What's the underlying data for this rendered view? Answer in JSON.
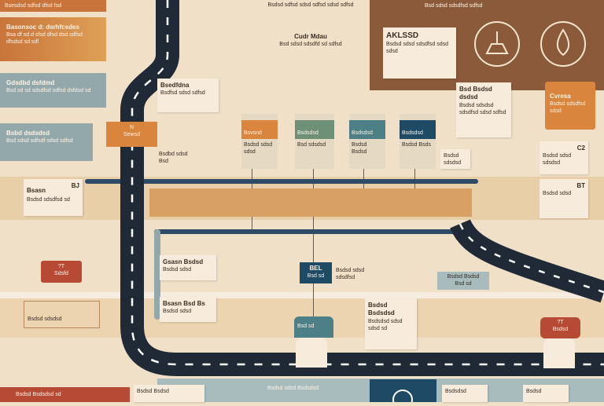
{
  "colors": {
    "bg": "#f0e0c8",
    "road": "#1f2a36",
    "orange": "#d9853e",
    "bluegray": "#93a8ab",
    "brown": "#8a5a3a",
    "navy": "#1e4a66",
    "teal": "#4d7f86",
    "red": "#b64a34",
    "green": "#6e9077"
  },
  "left": {
    "box1": "Bsesdsd sdfsd dfsd fsd",
    "box2": {
      "title": "Basonsoc d: dsrhfcsdes",
      "body": "Bsa df sd d sfsd dfsd dsd sdfsd dfsdsd sd sdf"
    },
    "box3": {
      "title": "Gdsdbd dsfdmd",
      "body": "Bsd sd sd sdsdfsd sdfsd dsfdsd sd"
    },
    "box4": {
      "title": "Bsbd dsdsdsd",
      "body": "Bsd sdsd sdfsdf sdsd sdfsd"
    },
    "card": {
      "title": "Bsasn",
      "badge": "BJ",
      "body": "Bsdsd sdsdfsd sd"
    },
    "red_tag": {
      "title": "?T",
      "body": "Sdsfd"
    },
    "sign": "Bsdsd sdsdsd"
  },
  "road_labels": {
    "orange_sign": {
      "title": "N",
      "body": "Sewsd"
    },
    "card": {
      "title": "Bsedfdna",
      "body": "Bsdfsd sdsd sdfsd"
    },
    "small": "Bsdbd sdsd Bsd"
  },
  "top": {
    "text": "Bsdsd sdfsd sdsd sdfsd sdsd sdfsd",
    "title": "Cudr Mdau",
    "sub": "Bsd sdsd sdsdfd sd sdfsd"
  },
  "panel": {
    "header": "Bsd sdsd sdsdfsd sdfsd",
    "card_title": "AKLSSD",
    "card_body": "Bsdsd sdsd sdsdfsd sdsd sdsd",
    "icon1": "boat-icon",
    "icon2": "drop-icon"
  },
  "right": {
    "card": {
      "title": "Bsd Bsdsd dsdsd",
      "body": "Bsdsd sdsdsd sdsdfsd sdsd sdfsd"
    },
    "orange": {
      "title": "Cvresa",
      "body": "Bsdsd sdsdfsd sdsd"
    },
    "note1": {
      "badge": "C2",
      "body": "Bsdsd sdsd sdsdsd"
    },
    "note2": {
      "badge": "BT",
      "body": "Bsdsd sdsd"
    }
  },
  "stages": [
    {
      "head": "Bsvsnd",
      "body": "Bsdsd sdsd sdsd"
    },
    {
      "head": "Bsdsdsd",
      "body": "Bsd sdsdsd"
    },
    {
      "head": "Bsdsdsd",
      "body": "Bsdsd Bsdsd"
    },
    {
      "head": "Bsdsdsd",
      "body": "Bsdsd Bsds"
    }
  ],
  "small_card": "Bsdsd sdsdsd",
  "middle": {
    "c1": {
      "title": "Gsasn  Bsdsd",
      "body": "Bsdsd sdsd"
    },
    "c2": {
      "title": "Bsasn  Bsd Bs",
      "body": "Bsdsd sdsd"
    },
    "navy": {
      "title": "BEL",
      "body": "Bsd sd"
    },
    "navy_note": "Bsdsd sdsd sdsdfsd",
    "gray": {
      "title": "Bsdsd Bsdsd",
      "body": "Bsd sd"
    },
    "card": {
      "title": "Bsdsd Bsdsdsd",
      "body": "Bsdsdsd sdsd sdsd sd"
    },
    "teal_tag": "Bsd sd",
    "red_tag": {
      "title": "?T",
      "body": "Bsdsd"
    }
  },
  "bottom": {
    "red": "Bsdsd Bsdsdsd sd",
    "white": "Bsdsd Bsdsd",
    "band": "Bsdsd sdsd Bsdsdsd",
    "card1": "Bsdsdsd",
    "card2": "Bsdsd"
  }
}
